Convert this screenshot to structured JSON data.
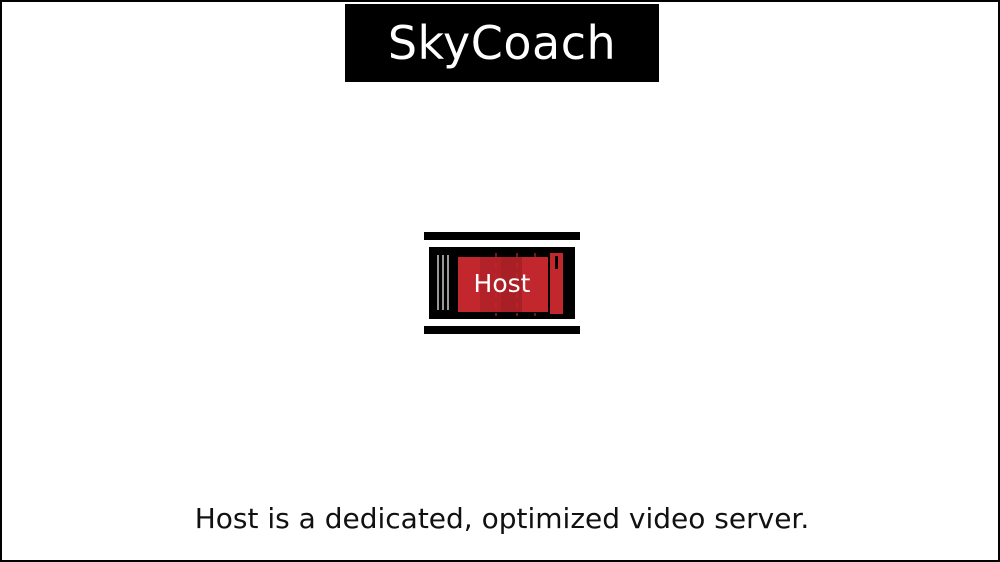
{
  "header": {
    "title": "SkyCoach"
  },
  "diagram": {
    "host_label": "Host",
    "icon": "host-server-icon",
    "colors": {
      "frame": "#000000",
      "server_red": "#c1272d",
      "server_dark_red": "#7f1118",
      "text_light": "#ffffff"
    }
  },
  "caption": {
    "text": "Host is a dedicated, optimized video server."
  }
}
